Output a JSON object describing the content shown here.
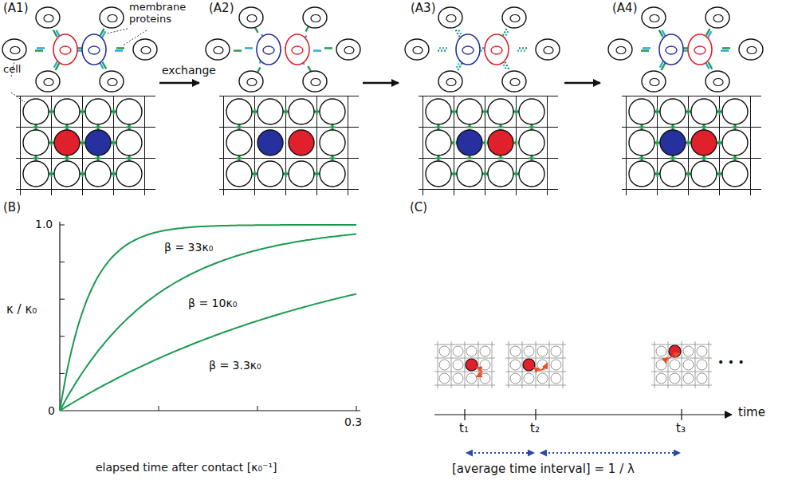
{
  "diagram": {
    "labels": [
      "(A1)",
      "(A2)",
      "(A3)",
      "(A4)",
      "membrane proteins",
      "cell",
      "exchange",
      "(B)",
      "1.0",
      "κ / κ₀",
      "β = 33κ₀",
      "β = 10κ₀",
      "β = 3.3κ₀",
      "0",
      "0.3",
      "elapsed time after contact [κ₀⁻¹]",
      "(C)",
      "t₁",
      "t₂",
      "t₃",
      "• • •",
      "time",
      "[average time interval] = 1 / λ"
    ]
  }
}
